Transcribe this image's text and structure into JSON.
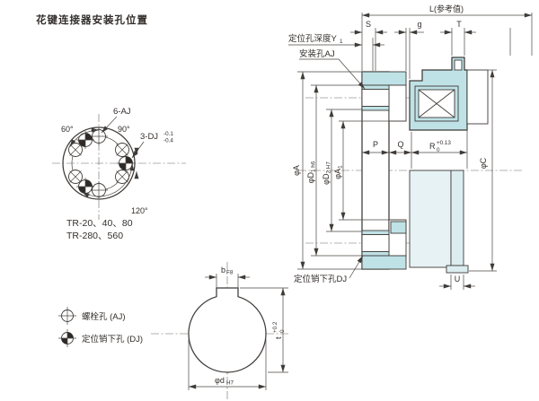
{
  "title": "花键连接器安装孔位置",
  "colors": {
    "section_fill": "#bfe2e6",
    "light_fill": "#e6f2f4",
    "disc_fill": "#d6ecee",
    "line": "#3f3b38"
  },
  "left": {
    "label_6aj": "6-AJ",
    "angle60": "60°",
    "angle90": "90°",
    "label_3dj": "3-DJ",
    "dj_tol_up": "-0.1",
    "dj_tol_dn": "-0.4",
    "angle120": "120°",
    "models": [
      "TR-20、40、80",
      "TR-280、560"
    ]
  },
  "legend": {
    "bolt": "螺栓孔 (AJ)",
    "dowel": "定位销下孔 (DJ)"
  },
  "sec": {
    "L": "L(参考值)",
    "S": "S",
    "g": "g",
    "T": "T",
    "y1_main": "定位孔深度Y",
    "y1_sub": "1",
    "aj": "安装孔AJ",
    "dj": "定位销下孔DJ",
    "phiA": "φA",
    "phiD1_main": "φD",
    "phiD1_sub": "1 h6",
    "phiD2_main": "φD",
    "phiD2_sub": "2 H7",
    "phiA1_main": "φA",
    "phiA1_sub": "1",
    "P": "P",
    "Q": "Q",
    "R": "R",
    "R_tol_up": "+0.13",
    "R_tol_dn": "0",
    "phiC": "φC",
    "U": "U"
  },
  "bore": {
    "b": "b",
    "b_sub": "F8",
    "t": "t",
    "t_tol_up": "+0.2",
    "t_tol_dn": "0",
    "phid": "φd",
    "phid_sub": "H7"
  }
}
